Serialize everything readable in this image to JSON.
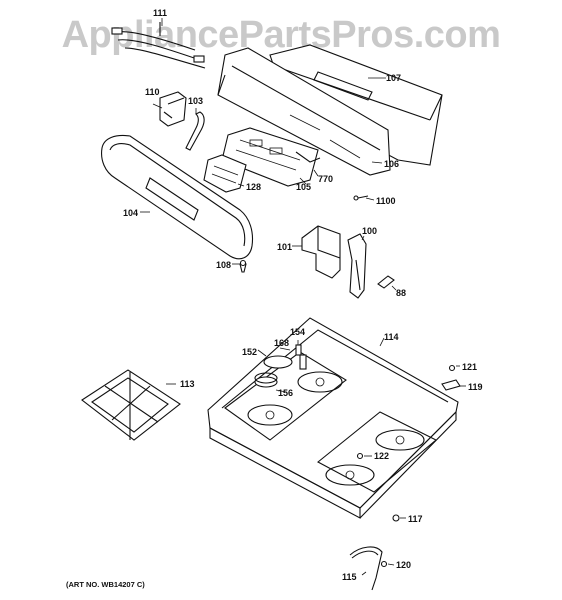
{
  "watermark": "AppliancePartsPros.com",
  "art_number": "(ART NO. WB14207 C)",
  "parts": [
    {
      "id": "p111",
      "label": "111"
    },
    {
      "id": "p107",
      "label": "107"
    },
    {
      "id": "p110",
      "label": "110"
    },
    {
      "id": "p103",
      "label": "103"
    },
    {
      "id": "p106",
      "label": "106"
    },
    {
      "id": "p128",
      "label": "128"
    },
    {
      "id": "p105",
      "label": "105"
    },
    {
      "id": "p770",
      "label": "770"
    },
    {
      "id": "p104",
      "label": "104"
    },
    {
      "id": "p1100",
      "label": "1100"
    },
    {
      "id": "p100",
      "label": "100"
    },
    {
      "id": "p101",
      "label": "101"
    },
    {
      "id": "p108",
      "label": "108"
    },
    {
      "id": "p88",
      "label": "88"
    },
    {
      "id": "p154",
      "label": "154"
    },
    {
      "id": "p114",
      "label": "114"
    },
    {
      "id": "p168",
      "label": "168"
    },
    {
      "id": "p152",
      "label": "152"
    },
    {
      "id": "p121",
      "label": "121"
    },
    {
      "id": "p113",
      "label": "113"
    },
    {
      "id": "p119",
      "label": "119"
    },
    {
      "id": "p156",
      "label": "156"
    },
    {
      "id": "p122",
      "label": "122"
    },
    {
      "id": "p117",
      "label": "117"
    },
    {
      "id": "p120",
      "label": "120"
    },
    {
      "id": "p115",
      "label": "115"
    }
  ]
}
